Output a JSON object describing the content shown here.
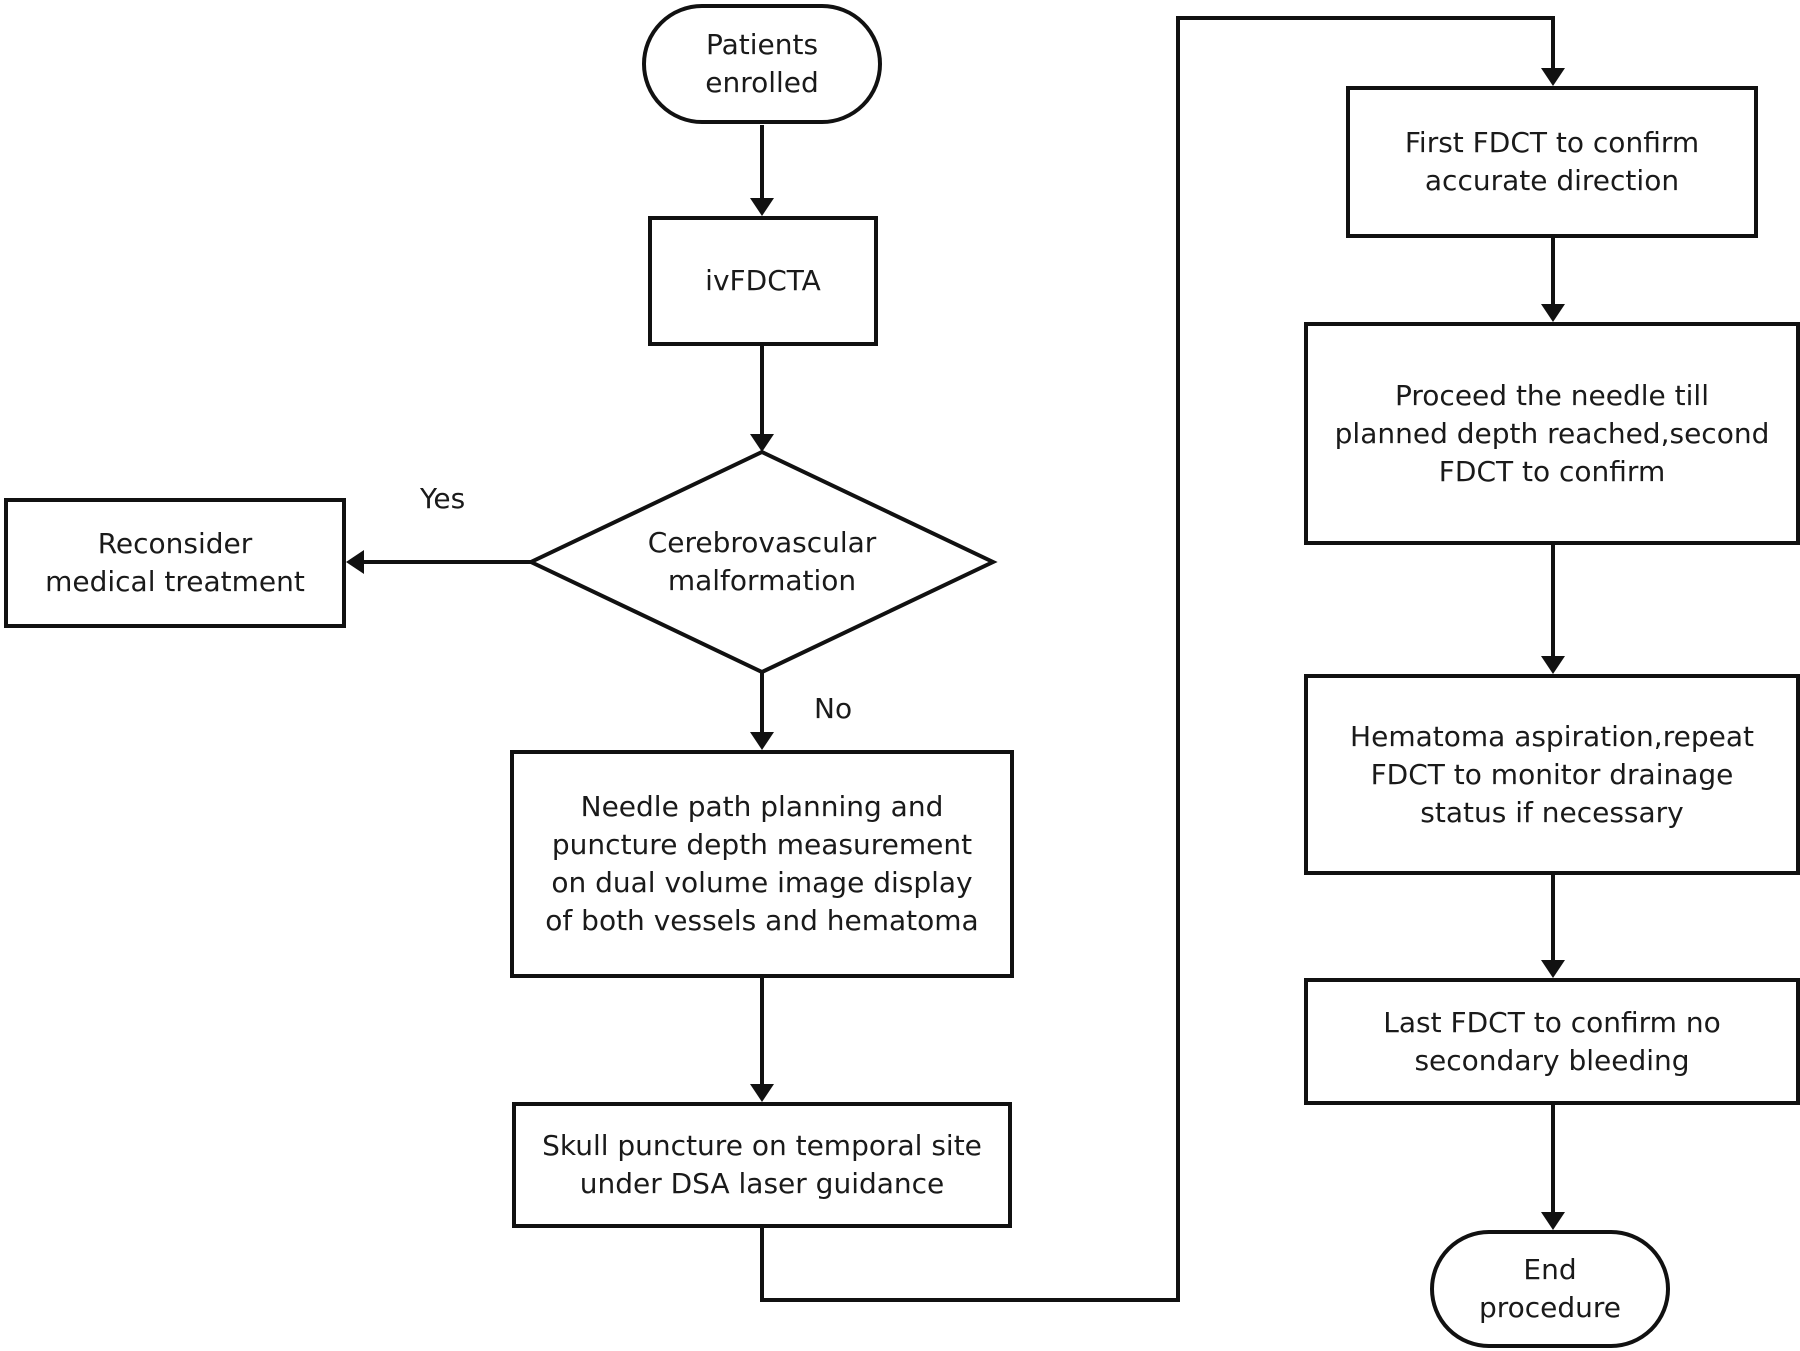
{
  "nodes": {
    "start": "Patients\nenrolled",
    "ivfdcta": "ivFDCTA",
    "decision": "Cerebrovascular\nmalformation",
    "reconsider": "Reconsider\nmedical treatment",
    "planning": "Needle path planning and\npuncture depth measurement\non dual volume image display\nof both vessels and hematoma",
    "skull": "Skull puncture on temporal site\nunder DSA laser guidance",
    "first_fdct": "First FDCT to confirm\naccurate direction",
    "proceed": "Proceed the needle till\nplanned depth reached,second\nFDCT to confirm",
    "aspiration": "Hematoma aspiration,repeat\nFDCT to monitor drainage\nstatus if necessary",
    "last_fdct": "Last FDCT to confirm no\nsecondary bleeding",
    "end": "End\nprocedure"
  },
  "edge_labels": {
    "yes": "Yes",
    "no": "No"
  },
  "colors": {
    "line": "#111111",
    "text": "#1a1a1a",
    "background": "#ffffff"
  }
}
